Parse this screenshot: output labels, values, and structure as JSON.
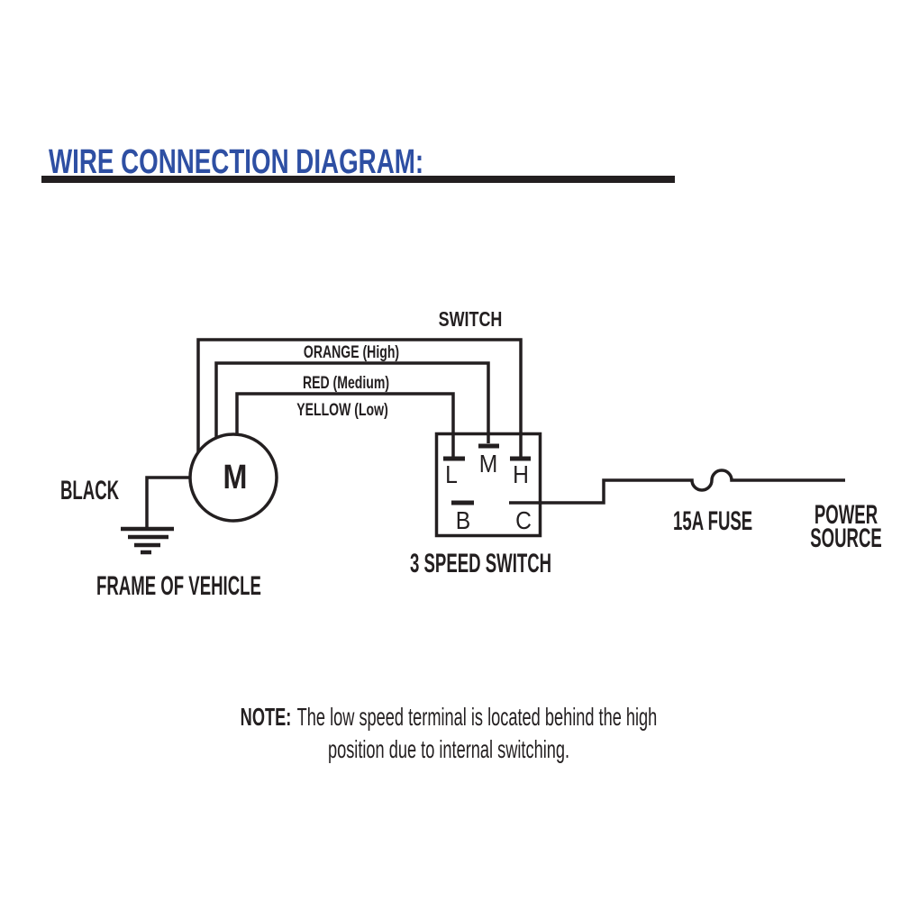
{
  "colors": {
    "ink": "#231f20",
    "title_blue": "#2e4fa3",
    "background": "#ffffff"
  },
  "title": {
    "text": "WIRE CONNECTION DIAGRAM:"
  },
  "diagram": {
    "switch_label": "SWITCH",
    "wire_labels": {
      "high": "ORANGE (High)",
      "medium": "RED (Medium)",
      "low": "YELLOW (Low)"
    },
    "motor_letter": "M",
    "ground_label": "BLACK",
    "frame_label": "FRAME OF VEHICLE",
    "switch_name": "3 SPEED SWITCH",
    "terminals": {
      "low": "L",
      "medium": "M",
      "high": "H",
      "b": "B",
      "common": "C"
    },
    "fuse_label": "15A FUSE",
    "power_line1": "POWER",
    "power_line2": "SOURCE"
  },
  "note": {
    "label": "NOTE:",
    "line1": "The low speed terminal is located behind the high",
    "line2": "position due to internal switching."
  }
}
